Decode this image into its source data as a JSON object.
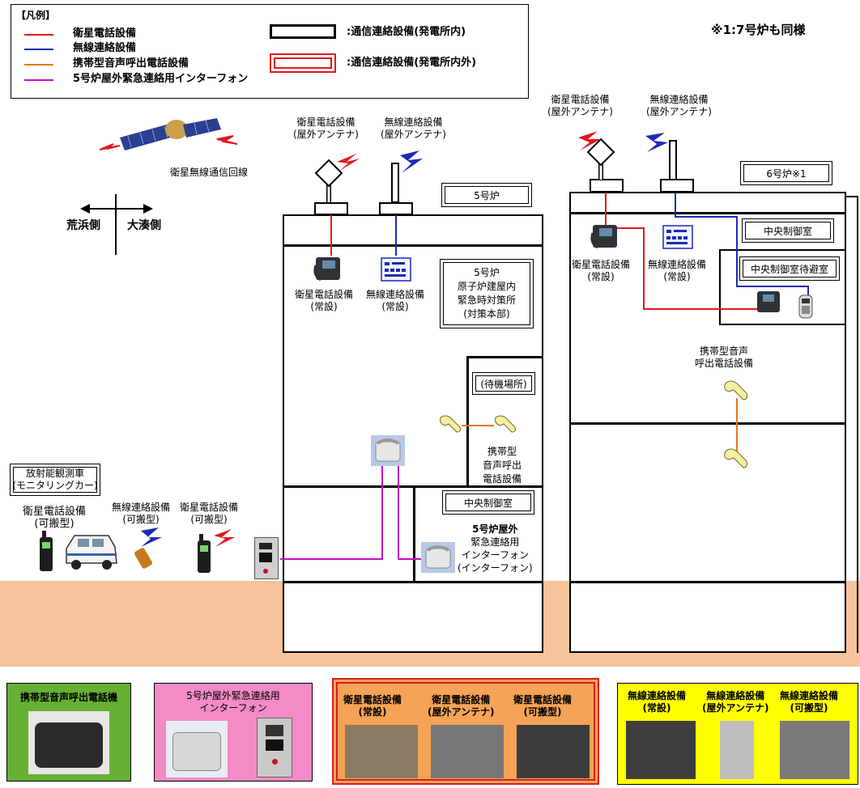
{
  "legend": {
    "title": "【凡例】",
    "items": [
      {
        "label": "衛星電話設備",
        "color": "#e0191e"
      },
      {
        "label": "無線連絡設備",
        "color": "#1d2ab5"
      },
      {
        "label": "携帯型音声呼出電話設備",
        "color": "#e07a14"
      },
      {
        "label": "5号炉屋外緊急連絡用インターフォン",
        "color": "#c40fc4"
      }
    ],
    "box_labels": [
      ":通信連絡設備(発電所内)",
      ":通信連絡設備(発電所内外)"
    ]
  },
  "note": "※1:7号炉も同様",
  "satellite_label": "衛星無線通信回線",
  "compass": {
    "left": "荒浜側",
    "right": "大湊側"
  },
  "unit5": {
    "label": "5号炉",
    "antenna_sat": [
      "衛星電話設備",
      "(屋外アンテナ)"
    ],
    "antenna_radio": [
      "無線連絡設備",
      "(屋外アンテナ)"
    ],
    "sat_phone": [
      "衛星電話設備",
      "(常設)"
    ],
    "radio": [
      "無線連絡設備",
      "(常設)"
    ],
    "hq": [
      "5号炉",
      "原子炉建屋内",
      "緊急時対策所",
      "(対策本部)"
    ],
    "standby": "(待機場所)",
    "portable": [
      "携帯型",
      "音声呼出",
      "電話設備"
    ],
    "ccr": "中央制御室",
    "intercom": [
      "5号炉屋外",
      "緊急連絡用",
      "インターフォン",
      "(インターフォン)"
    ]
  },
  "unit6": {
    "label": "6号炉※1",
    "antenna_sat": [
      "衛星電話設備",
      "(屋外アンテナ)"
    ],
    "antenna_radio": [
      "無線連絡設備",
      "(屋外アンテナ)"
    ],
    "ccr": "中央制御室",
    "ccr_wait": "中央制御室待避室",
    "sat_phone": [
      "衛星電話設備",
      "(常設)"
    ],
    "radio": [
      "無線連絡設備",
      "(常設)"
    ],
    "portable": [
      "携帯型音声",
      "呼出電話設備"
    ]
  },
  "monitoring_car": [
    "放射能観測車",
    "(モニタリングカー)"
  ],
  "outdoor": {
    "sat_portable_1": [
      "衛星電話設備",
      "(可搬型)"
    ],
    "radio_portable": [
      "無線連絡設備",
      "(可搬型)"
    ],
    "sat_portable_2": [
      "衛星電話設備",
      "(可搬型)"
    ]
  },
  "panels": {
    "green": {
      "title": "携帯型音声呼出電話機",
      "bg": "#66b034"
    },
    "pink": {
      "title_lines": [
        "5号炉屋外緊急連絡用",
        "インターフォン"
      ],
      "bg": "#f28bc6"
    },
    "orange": {
      "bg": "#f5a356",
      "border": "#d91f1f",
      "items": [
        [
          "衛星電話設備",
          "(常設)"
        ],
        [
          "衛星電話設備",
          "(屋外アンテナ)"
        ],
        [
          "衛星電話設備",
          "(可搬型)"
        ]
      ]
    },
    "yellow": {
      "bg": "#ffff00",
      "items": [
        [
          "無線連絡設備",
          "(常設)"
        ],
        [
          "無線連絡設備",
          "(屋外アンテナ)"
        ],
        [
          "無線連絡設備",
          "(可搬型)"
        ]
      ]
    }
  },
  "colors": {
    "ground": "#f7c39a",
    "red": "#e0191e",
    "blue": "#1d2ab5",
    "orange": "#e07a14",
    "magenta": "#c40fc4"
  }
}
